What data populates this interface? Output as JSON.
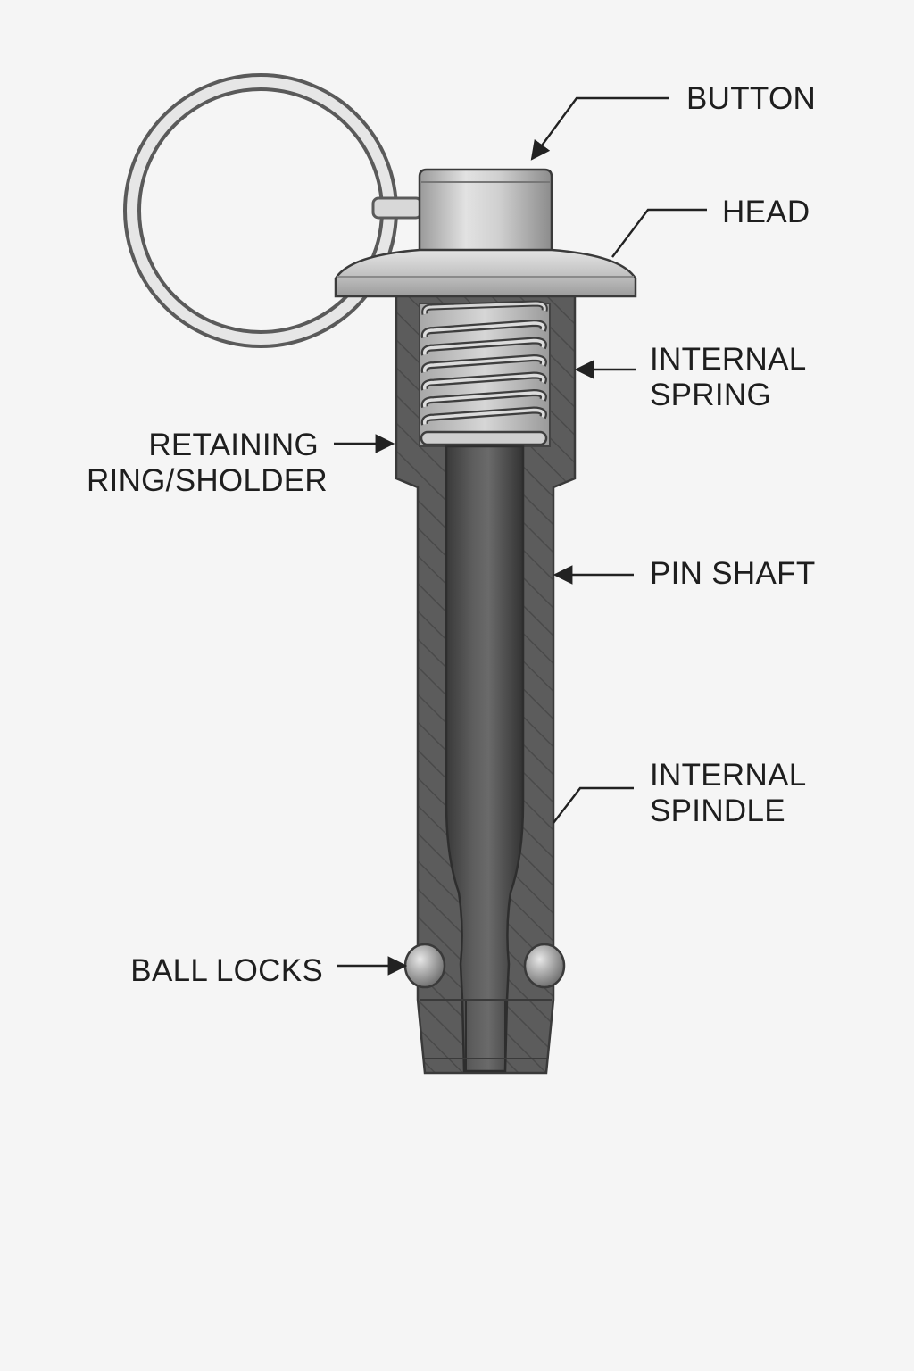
{
  "callouts": {
    "button": "BUTTON",
    "head": "HEAD",
    "internal_spring": [
      "INTERNAL",
      "SPRING"
    ],
    "retaining_ring": [
      "RETAINING",
      "RING/SHOLDER"
    ],
    "pin_shaft": "PIN SHAFT",
    "internal_spindle": [
      "INTERNAL",
      "SPINDLE"
    ],
    "ball_locks": "BALL LOCKS"
  },
  "colors": {
    "background": "#f5f5f5",
    "metal_light": "#c9c9c9",
    "metal_dark": "#4a4a4a",
    "section_body": "#5a5a5a",
    "label_text": "#1e1e1e"
  }
}
